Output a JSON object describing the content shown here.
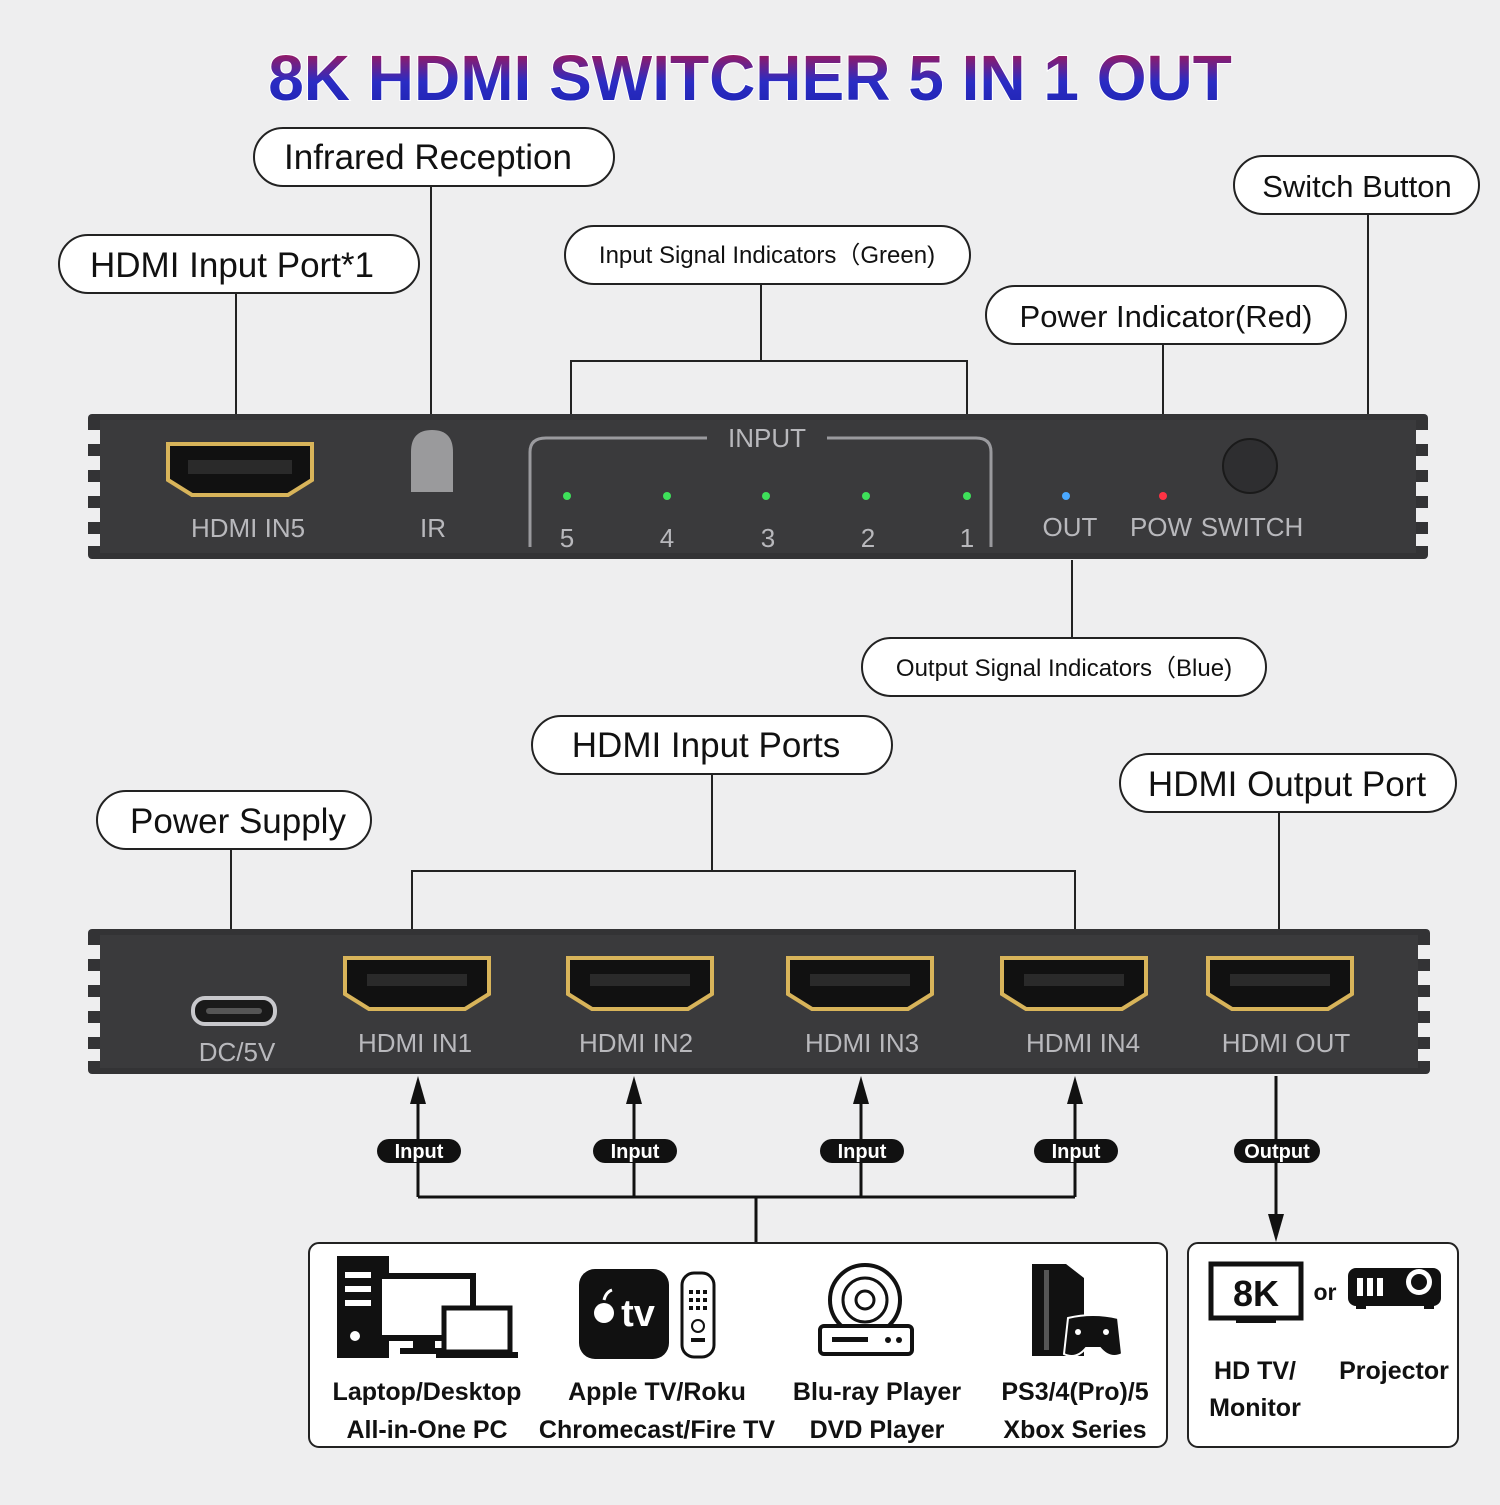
{
  "title": "8K HDMI SWITCHER 5 IN 1 OUT",
  "colors": {
    "title_blue": "#2a2cc4",
    "title_red": "#c6123a",
    "panel": "#3a3a3c",
    "panel_label": "#b8b8bc",
    "gold": "#d8b45a",
    "led_green": "#3ee05a",
    "led_blue": "#4aa8ff",
    "led_red": "#ff3344"
  },
  "callouts": {
    "infrared": "Infrared Reception",
    "switch_button": "Switch Button",
    "hdmi_input_port1": "HDMI Input Port*1",
    "input_signal": "Input Signal Indicators（Green)",
    "power_indicator": "Power Indicator(Red)",
    "output_signal": "Output Signal Indicators（Blue)",
    "hdmi_input_ports": "HDMI Input Ports",
    "hdmi_output_port": "HDMI Output Port",
    "power_supply": "Power Supply"
  },
  "front_panel": {
    "hdmi_in5": "HDMI IN5",
    "ir": "IR",
    "input": "INPUT",
    "led_numbers": [
      "5",
      "4",
      "3",
      "2",
      "1"
    ],
    "out": "OUT",
    "pow": "POW",
    "switch": "SWITCH"
  },
  "rear_panel": {
    "dc": "DC/5V",
    "ports": [
      "HDMI IN1",
      "HDMI IN2",
      "HDMI IN3",
      "HDMI IN4",
      "HDMI OUT"
    ]
  },
  "flow": {
    "inputs": [
      "Input",
      "Input",
      "Input",
      "Input"
    ],
    "output": "Output"
  },
  "sources": [
    {
      "line1": "Laptop/Desktop",
      "line2": "All-in-One PC",
      "icon": "computer-icon"
    },
    {
      "line1": "Apple TV/Roku",
      "line2": "Chromecast/Fire TV",
      "icon": "apple-tv-icon",
      "icon_text": "tv"
    },
    {
      "line1": "Blu-ray Player",
      "line2": "DVD Player",
      "icon": "disc-player-icon"
    },
    {
      "line1": "PS3/4(Pro)/5",
      "line2": "Xbox Series",
      "icon": "game-console-icon"
    }
  ],
  "displays": {
    "badge": "8K",
    "or": "or",
    "tv_line1": "HD TV/",
    "tv_line2": "Monitor",
    "projector": "Projector"
  }
}
